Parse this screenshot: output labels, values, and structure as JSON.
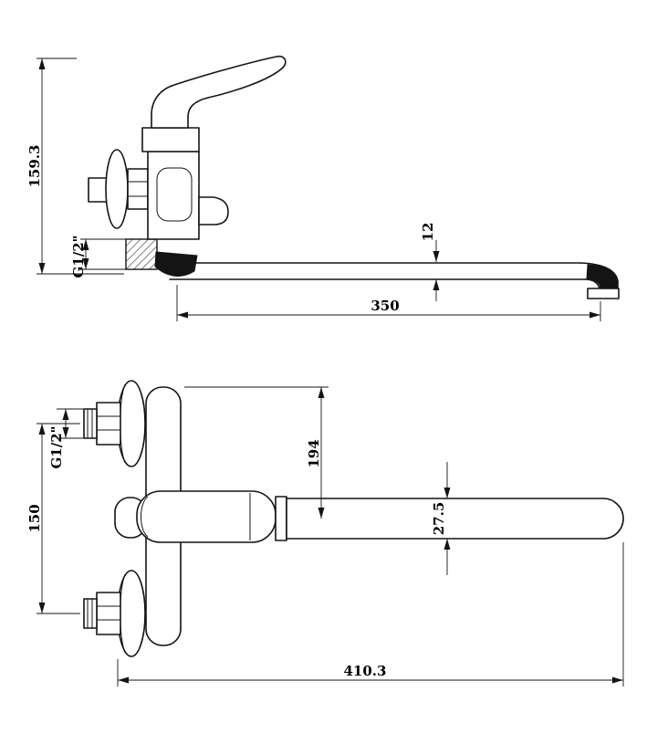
{
  "page": {
    "background": "#ffffff",
    "line_color": "#141414"
  },
  "drawing": {
    "side_view": {
      "dims": {
        "overall_height": "159.3",
        "inlet_thread": "G1/2\"",
        "spout_tube_height": "12",
        "spout_reach": "350"
      }
    },
    "front_view": {
      "dims": {
        "inlet_thread": "G1/2\"",
        "inlet_spacing": "150",
        "body_to_spout_axis": "194",
        "spout_diameter": "27.5",
        "overall_length": "410.3"
      }
    }
  }
}
